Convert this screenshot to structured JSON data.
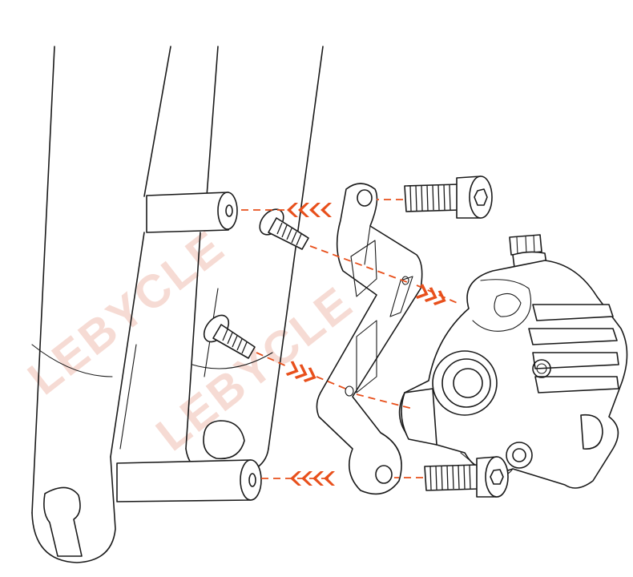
{
  "watermark": {
    "text": "LEBYCLE"
  },
  "colors": {
    "accent": "#e8501c",
    "line": "#1a1a1a",
    "watermark": "#f6d8d0",
    "background": "#ffffff"
  },
  "parts": [
    "fork",
    "adapter-bracket",
    "caliper",
    "countersunk-screw",
    "socket-cap-bolt"
  ]
}
